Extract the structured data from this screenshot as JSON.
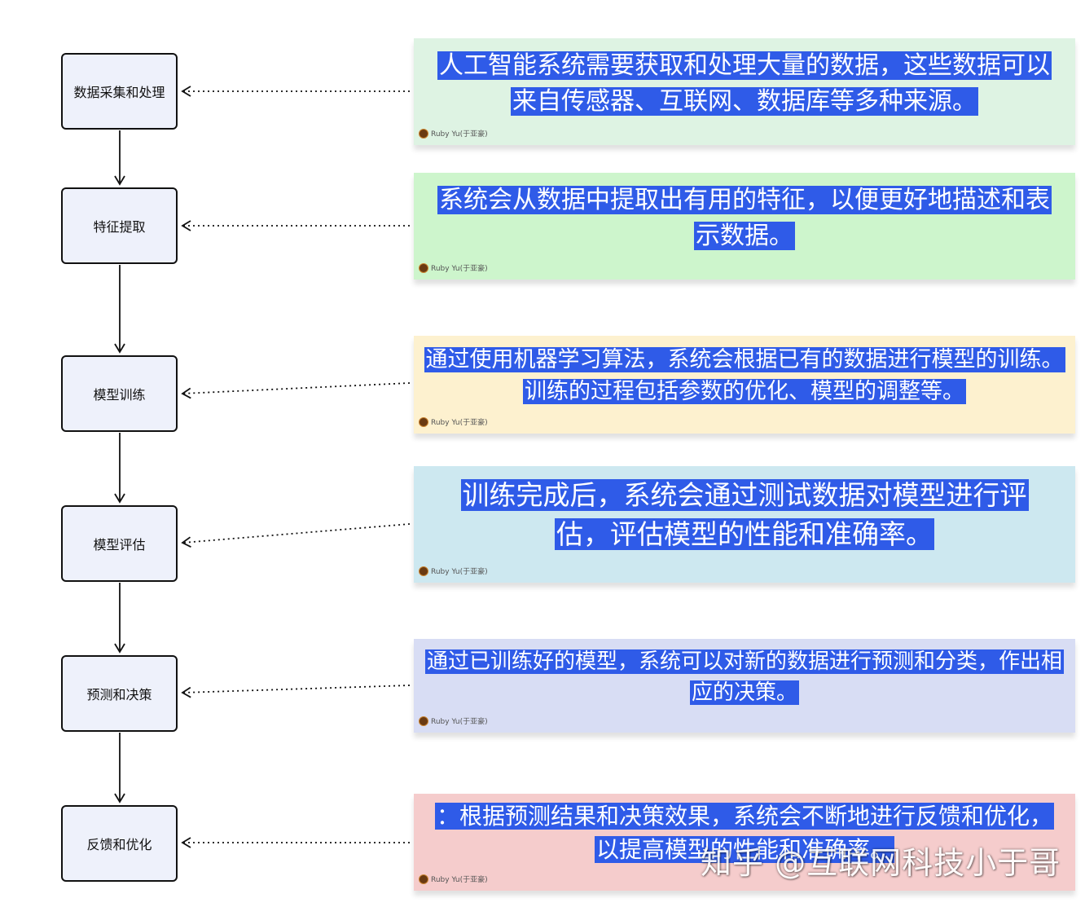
{
  "steps": [
    {
      "label": "数据采集和处理"
    },
    {
      "label": "特征提取"
    },
    {
      "label": "模型训练"
    },
    {
      "label": "模型评估"
    },
    {
      "label": "预测和决策"
    },
    {
      "label": "反馈和优化"
    }
  ],
  "notes": [
    {
      "text": "人工智能系统需要获取和处理大量的数据，这些数据可以来自传感器、互联网、数据库等多种来源。",
      "author": "Ruby Yu(于亚豪)",
      "color": "#def3e3"
    },
    {
      "text": "系统会从数据中提取出有用的特征，以便更好地描述和表示数据。",
      "author": "Ruby Yu(于亚豪)",
      "color": "#cdf5cc"
    },
    {
      "text": "通过使用机器学习算法，系统会根据已有的数据进行模型的训练。训练的过程包括参数的优化、模型的调整等。",
      "author": "Ruby Yu(于亚豪)",
      "color": "#fdf1cf"
    },
    {
      "text": "训练完成后，系统会通过测试数据对模型进行评估，评估模型的性能和准确率。",
      "author": "Ruby Yu(于亚豪)",
      "color": "#cde8f0"
    },
    {
      "text": "通过已训练好的模型，系统可以对新的数据进行预测和分类，作出相应的决策。",
      "author": "Ruby Yu(于亚豪)",
      "color": "#d8ddf4"
    },
    {
      "text": "：根据预测结果和决策效果，系统会不断地进行反馈和优化，以提高模型的性能和准确率。",
      "author": "Ruby Yu(于亚豪)",
      "color": "#f5cccc"
    }
  ],
  "watermark": "知乎 @互联网科技小于哥"
}
